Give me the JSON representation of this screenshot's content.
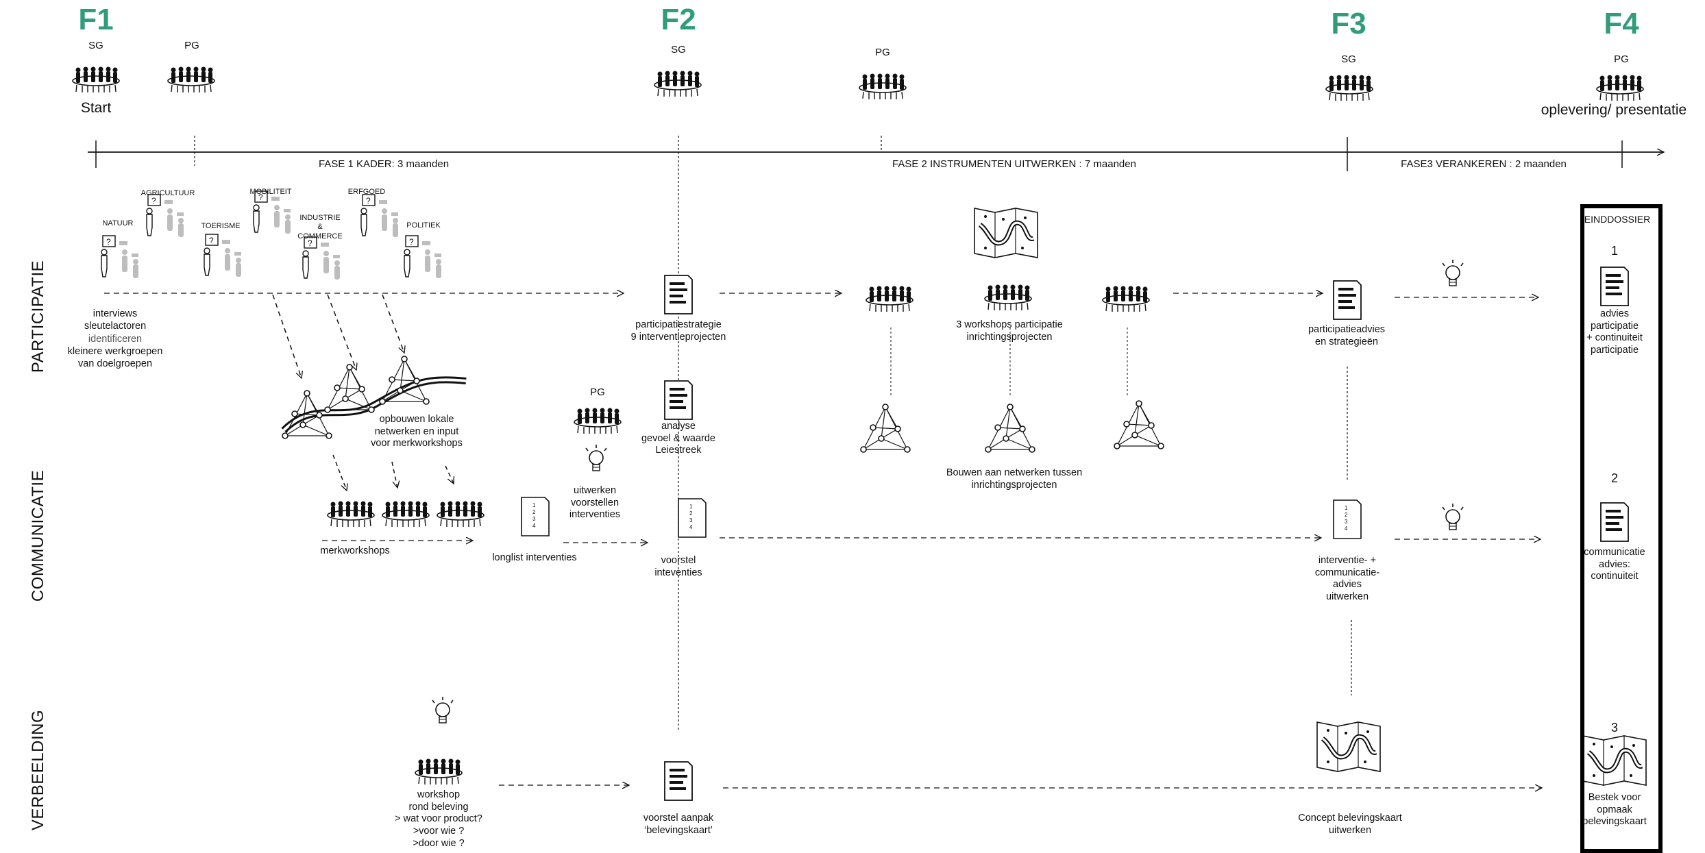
{
  "milestones": [
    {
      "code": "F1",
      "meeting": "SG",
      "extra_meeting": "PG",
      "caption": "Start"
    },
    {
      "code": "F2",
      "meeting": "SG",
      "extra_meeting": "PG"
    },
    {
      "code": "F3",
      "meeting": "SG"
    },
    {
      "code": "F4",
      "meeting": "PG",
      "caption": "oplevering/ presentatie"
    }
  ],
  "timeline": {
    "phase1": "FASE 1 KADER: 3 maanden",
    "phase2": "FASE 2 INSTRUMENTEN UITWERKEN : 7 maanden",
    "phase3": "FASE3 VERANKEREN : 2 maanden"
  },
  "rows": {
    "participatie": "PARTICIPATIE",
    "communicatie": "COMMUNICATIE",
    "verbeelding": "VERBEELDING"
  },
  "stakeholders": [
    "AGRICULTUUR",
    "MOBILITEIT",
    "ERFGOED",
    "NATUUR",
    "TOERISME",
    "INDUSTRIE\n& COMMERCE",
    "POLITIEK"
  ],
  "participatie": {
    "interviews": "interviews\nsleutelactoren",
    "identificeren": "identificeren",
    "werkgroepen": "kleinere werkgroepen\nvan doelgroepen",
    "strategie": "participatiestrategie\n9 interventieprojecten",
    "workshops": "3 workshops participatie\ninrichtingsprojecten",
    "advies": "participatieadvies\nen strategieën"
  },
  "netwerken": {
    "lokaal": "opbouwen lokale\nnetwerken en input\nvoor merkworkshops",
    "bouwen": "Bouwen aan netwerken tussen\ninrichtingsprojecten"
  },
  "communicatie": {
    "pg": "PG",
    "analyse": "analyse\ngevoel & waarde\nLeiestreek",
    "uitwerken": "uitwerken\nvoorstellen\ninterventies",
    "merkworkshops": "merkworkshops",
    "longlist": "longlist interventies",
    "voorstel": "voorstel\ninteventies",
    "advies": "interventie- +\ncommunicatie-\nadvies\nuitwerken"
  },
  "verbeelding": {
    "workshop": "workshop\nrond beleving\n> wat voor product?\n>voor wie ?\n>door wie ?",
    "aanpak": "voorstel aanpak\n‘belevingskaart’",
    "concept": "Concept belevingskaart\nuitwerken"
  },
  "einddossier": {
    "title": "EINDDOSSIER",
    "items": [
      {
        "num": "1",
        "text": "advies\nparticipatie\n+ continuiteit\nparticipatie"
      },
      {
        "num": "2",
        "text": "communicatie\nadvies:\ncontinuiteit"
      },
      {
        "num": "3",
        "text": "Bestek voor\nopmaak\nbelevingskaart"
      }
    ]
  },
  "colors": {
    "phase": "#2f9e78",
    "line": "#111111",
    "gray_person": "#bdbdbd"
  }
}
